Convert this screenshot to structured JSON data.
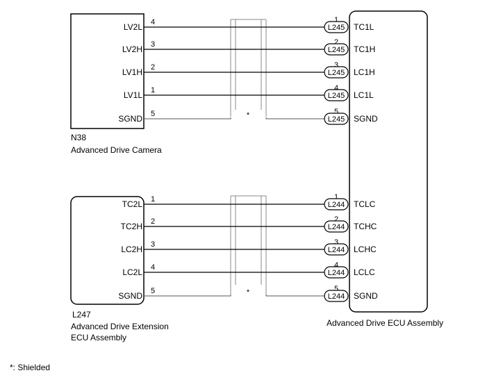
{
  "camera": {
    "code": "N38",
    "name": "Advanced Drive Camera",
    "pins": [
      {
        "label": "LV2L",
        "pin": "4",
        "ecu_pin": "1",
        "connector": "L245",
        "ecu_label": "TC1L"
      },
      {
        "label": "LV2H",
        "pin": "3",
        "ecu_pin": "2",
        "connector": "L245",
        "ecu_label": "TC1H"
      },
      {
        "label": "LV1H",
        "pin": "2",
        "ecu_pin": "3",
        "connector": "L245",
        "ecu_label": "LC1H"
      },
      {
        "label": "LV1L",
        "pin": "1",
        "ecu_pin": "4",
        "connector": "L245",
        "ecu_label": "LC1L"
      },
      {
        "label": "SGND",
        "pin": "5",
        "ecu_pin": "5",
        "connector": "L245",
        "ecu_label": "SGND"
      }
    ],
    "shield_mark": "*"
  },
  "extension": {
    "code": "L247",
    "name_line1": "Advanced Drive Extension",
    "name_line2": "ECU Assembly",
    "pins": [
      {
        "label": "TC2L",
        "pin": "1",
        "ecu_pin": "1",
        "connector": "L244",
        "ecu_label": "TCLC"
      },
      {
        "label": "TC2H",
        "pin": "2",
        "ecu_pin": "2",
        "connector": "L244",
        "ecu_label": "TCHC"
      },
      {
        "label": "LC2H",
        "pin": "3",
        "ecu_pin": "3",
        "connector": "L244",
        "ecu_label": "LCHC"
      },
      {
        "label": "LC2L",
        "pin": "4",
        "ecu_pin": "4",
        "connector": "L244",
        "ecu_label": "LCLC"
      },
      {
        "label": "SGND",
        "pin": "5",
        "ecu_pin": "5",
        "connector": "L244",
        "ecu_label": "SGND"
      }
    ],
    "shield_mark": "*"
  },
  "ecu": {
    "name": "Advanced Drive ECU Assembly"
  },
  "footnote": "*: Shielded"
}
